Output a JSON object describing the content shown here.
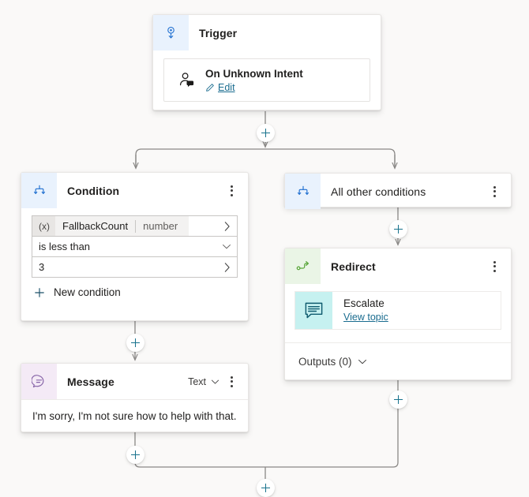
{
  "canvas": {
    "background": "#faf9f8",
    "line_color": "#8a8886",
    "accent": "#17728d"
  },
  "nodes": {
    "trigger": {
      "title": "Trigger",
      "icon": "trigger-icon",
      "icon_bg": "#e9f2fd",
      "card": {
        "name": "On Unknown Intent",
        "icon": "person-chat-icon",
        "edit_label": "Edit",
        "edit_icon": "pencil-icon"
      },
      "menu_icon": "more-options-icon"
    },
    "condition": {
      "title": "Condition",
      "icon": "branch-icon",
      "icon_bg": "#e9f2fd",
      "menu_icon": "more-options-icon",
      "rows": [
        {
          "type": "variable",
          "chip_prefix": "(x)",
          "variable": "FallbackCount",
          "variable_type": "number",
          "affordance": "chevron-right-icon"
        },
        {
          "type": "operator",
          "value": "is less than",
          "affordance": "chevron-down-icon"
        },
        {
          "type": "value",
          "value": "3",
          "affordance": "chevron-right-icon"
        }
      ],
      "new_condition_label": "New condition",
      "new_condition_icon": "plus-icon"
    },
    "all_other_conditions": {
      "title": "All other conditions",
      "icon": "branch-icon",
      "icon_bg": "#e9f2fd",
      "menu_icon": "more-options-icon"
    },
    "redirect": {
      "title": "Redirect",
      "icon": "redirect-icon",
      "icon_bg": "#eaf5e6",
      "menu_icon": "more-options-icon",
      "topic": {
        "name": "Escalate",
        "link_label": "View topic",
        "icon": "topic-message-icon",
        "icon_bg": "#c6f1f0"
      },
      "outputs_label": "Outputs (0)",
      "outputs_chevron": "chevron-down-icon"
    },
    "message": {
      "title": "Message",
      "icon": "message-icon",
      "icon_bg": "#f4eaf6",
      "format_label": "Text",
      "format_chevron": "chevron-down-icon",
      "menu_icon": "more-options-icon",
      "text": "I'm sorry, I'm not sure how to help with that...."
    }
  },
  "add_buttons": [
    {
      "name": "add-node-after-trigger"
    },
    {
      "name": "add-node-before-redirect"
    },
    {
      "name": "add-node-after-condition"
    },
    {
      "name": "add-node-after-redirect"
    },
    {
      "name": "add-node-after-message"
    },
    {
      "name": "add-node-after-merge"
    }
  ]
}
